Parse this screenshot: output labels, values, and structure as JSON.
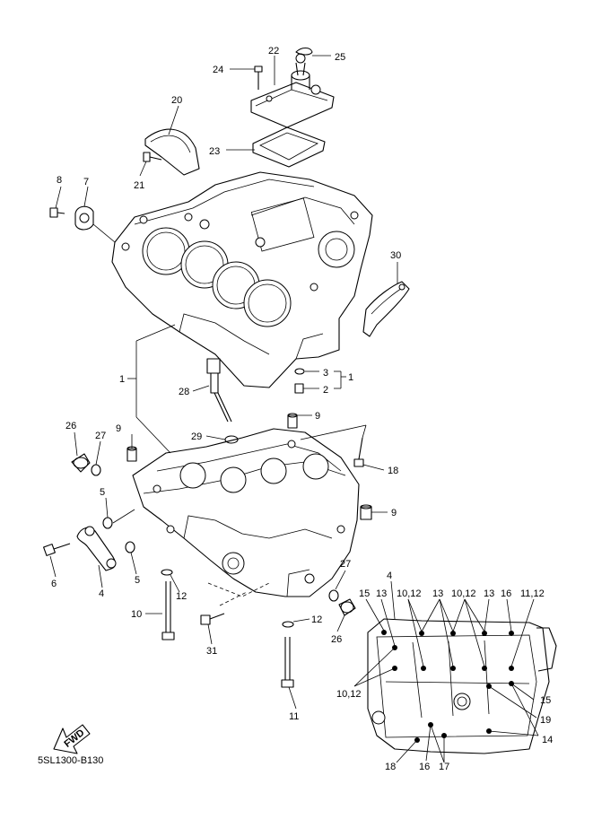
{
  "diagram_code": "5SL1300-B130",
  "fwd_label": "FWD",
  "callouts": {
    "c1a": "1",
    "c1b": "1",
    "c2": "2",
    "c3": "3",
    "c4a": "4",
    "c4b": "4",
    "c5a": "5",
    "c5b": "5",
    "c6": "6",
    "c7": "7",
    "c8": "8",
    "c9a": "9",
    "c9b": "9",
    "c9c": "9",
    "c10": "10",
    "c11a": "11",
    "c12a": "12",
    "c12b": "12",
    "c13a": "13",
    "c13b": "13",
    "c13c": "13",
    "c14": "14",
    "c15a": "15",
    "c15b": "15",
    "c16a": "16",
    "c16b": "16",
    "c17": "17",
    "c18a": "18",
    "c18b": "18",
    "c19": "19",
    "c20": "20",
    "c21": "21",
    "c22": "22",
    "c23": "23",
    "c24": "24",
    "c25": "25",
    "c26a": "26",
    "c26b": "26",
    "c27a": "27",
    "c27b": "27",
    "c28": "28",
    "c29": "29",
    "c30": "30",
    "c31": "31",
    "c1012a": "10,12",
    "c1012b": "10,12",
    "c1012c": "10,12",
    "c1112": "11,12"
  }
}
